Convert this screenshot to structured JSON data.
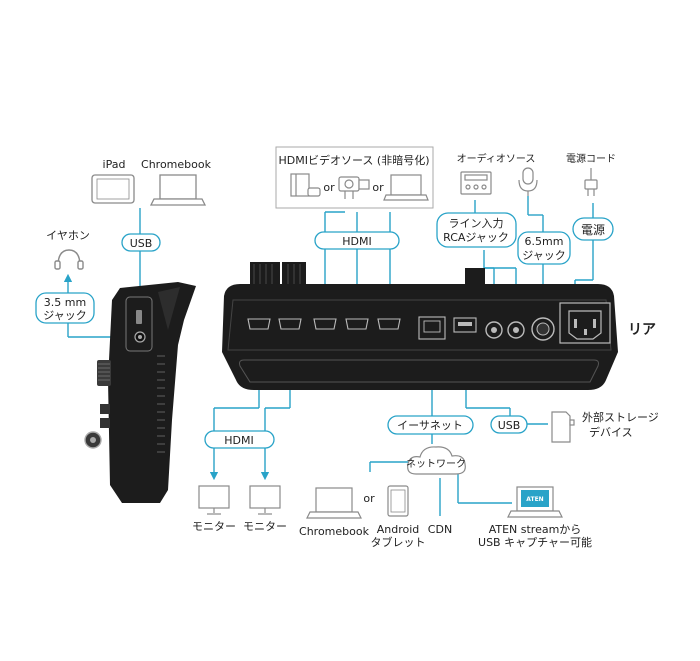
{
  "left_devices": {
    "ipad": "iPad",
    "chromebook": "Chromebook",
    "usb": "USB",
    "earphone": "イヤホン",
    "jack_35": [
      "3.5 mm",
      "ジャック"
    ]
  },
  "video_sources": {
    "title": "HDMIビデオソース (非暗号化)",
    "or_1": "or",
    "or_2": "or",
    "hdmi": "HDMI"
  },
  "audio": {
    "audio_source": "オーディオソース",
    "line_in": [
      "ライン入力",
      "RCAジャック"
    ],
    "jack_65": [
      "6.5mm",
      "ジャック"
    ]
  },
  "power": {
    "cord": "電源コード",
    "label": "電源"
  },
  "rear_label": "リア",
  "outputs": {
    "hdmi": "HDMI",
    "monitor_1": "モニター",
    "monitor_2": "モニター"
  },
  "network": {
    "ethernet": "イーサネット",
    "network": "ネットワーク",
    "chromebook": "Chromebook",
    "or": "or",
    "android": [
      "Android",
      "タブレット"
    ],
    "cdn": "CDN",
    "aten_logo": "ATEN",
    "aten_capture": [
      "ATEN streamから",
      "USB キャプチャー可能"
    ]
  },
  "storage": {
    "usb": "USB",
    "label": [
      "外部ストレージ",
      "デバイス"
    ]
  },
  "colors": {
    "accent": "#29a3c8",
    "device": "#1c1c1c",
    "icon": "#8a8a8a"
  }
}
